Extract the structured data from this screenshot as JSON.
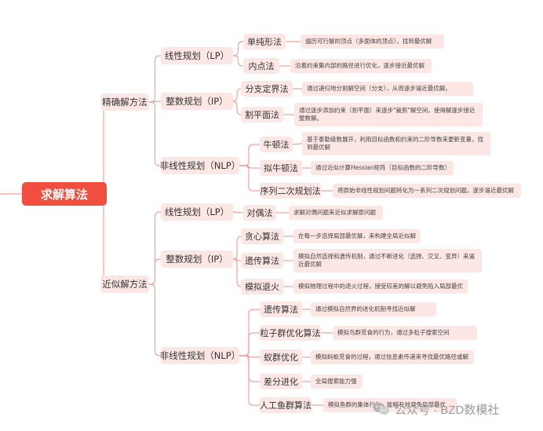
{
  "root": {
    "label": "求解算法"
  },
  "branches": [
    {
      "label": "精确解方法",
      "groups": [
        {
          "label": "线性规划（LP）",
          "methods": [
            {
              "label": "单纯形法",
              "desc": "遍历可行解的顶点（多面体的顶点），找到最优解"
            },
            {
              "label": "内点法",
              "desc": "沿着约束集内部的路径进行优化，逐步接近最优解"
            }
          ]
        },
        {
          "label": "整数规划（IP）",
          "methods": [
            {
              "label": "分支定界法",
              "desc": "通过递归地分割解空间（分支），从而逐步逼近最优解。"
            },
            {
              "label": "割平面法",
              "desc": "通过逐步添加约束（割平面）来逐步\"裁剪\"解空间，使得解逐步接近整数解。"
            }
          ]
        },
        {
          "label": "非线性规划（NLP）",
          "methods": [
            {
              "label": "牛顿法",
              "desc": "基于泰勒级数展开，利用目标函数和约束的二阶导数来更新变量，找到最优解"
            },
            {
              "label": "拟牛顿法",
              "desc": "通过近似计算Hessian矩阵（目标函数的二阶导数）"
            },
            {
              "label": "序列二次规划法",
              "desc": "将原始非线性规划问题转化为一系列二次规划问题，逐步逼近最优解"
            }
          ]
        }
      ]
    },
    {
      "label": "近似解方法",
      "groups": [
        {
          "label": "线性规划（LP）",
          "methods": [
            {
              "label": "对偶法",
              "desc": "求解对偶问题来近似求解原问题"
            }
          ]
        },
        {
          "label": "整数规划（IP）",
          "methods": [
            {
              "label": "贪心算法",
              "desc": "在每一步选择局部最优解，来构建全局近似解"
            },
            {
              "label": "遗传算法",
              "desc": "模拟自然选择和遗传机制，通过不断进化（选择、交叉、变异）来逼近最优解"
            },
            {
              "label": "模拟退火",
              "desc": "模拟物理过程中的退火过程，接受较差的解以避免陷入局部最优"
            }
          ]
        },
        {
          "label": "非线性规划（NLP）",
          "methods": [
            {
              "label": "遗传算法",
              "desc": "通过模拟自然界的进化机制寻找近似解"
            },
            {
              "label": "粒子群优化算法",
              "desc": "模拟鸟群觅食的行为，通过多粒子搜索空间"
            },
            {
              "label": "蚁群优化",
              "desc": "模拟蚂蚁觅食的过程，通过信息素传递来寻找最优路径或解"
            },
            {
              "label": "差分进化",
              "desc": "全局搜索能力强"
            },
            {
              "label": "人工鱼群算法",
              "desc": "模拟鱼群的集体行为，能够有效避免局部最优"
            }
          ]
        }
      ]
    }
  ],
  "watermark": {
    "text": "公众号 · BZD数模社"
  },
  "colors": {
    "root": "#f24e40",
    "node": "#fde7e5",
    "line": "#f0a39b",
    "text": "#333333"
  }
}
